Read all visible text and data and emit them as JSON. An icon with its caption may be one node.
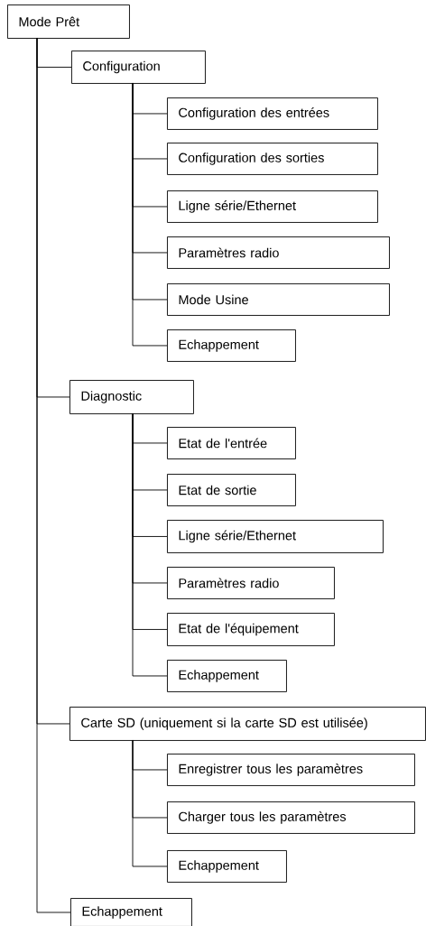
{
  "diagram": {
    "nodes": [
      {
        "text": [
          "Mode Prêt"
        ]
      },
      {
        "text": [
          "Configuration"
        ]
      },
      {
        "text": [
          "Configuration des entrées"
        ]
      },
      {
        "text": [
          "Configuration des sorties"
        ]
      },
      {
        "text": [
          "Ligne série/Ethernet"
        ]
      },
      {
        "text": [
          "Paramètres radio"
        ]
      },
      {
        "text": [
          "Mode Usine"
        ]
      },
      {
        "text": [
          "Echappement"
        ]
      },
      {
        "text": [
          "Diagnostic"
        ]
      },
      {
        "text": [
          "Etat de l'entrée"
        ]
      },
      {
        "text": [
          "Etat de sortie"
        ]
      },
      {
        "text": [
          "Ligne série/Ethernet"
        ]
      },
      {
        "text": [
          "Paramètres radio"
        ]
      },
      {
        "text": [
          "Etat de l'équipement"
        ]
      },
      {
        "text": [
          "Echappement"
        ]
      },
      {
        "text": [
          "Carte SD (uniquement si la carte SD est utilisée)"
        ]
      },
      {
        "text": [
          "Enregistrer tous les paramètres"
        ]
      },
      {
        "text": [
          "Charger tous les paramètres"
        ]
      },
      {
        "text": [
          "Echappement"
        ]
      },
      {
        "text": [
          "Echappement"
        ]
      }
    ],
    "edges": [
      {
        "from": 0,
        "to": 1,
        "arrow": "none"
      },
      {
        "from": 1,
        "to": 2,
        "arrow": "none"
      },
      {
        "from": 1,
        "to": 3,
        "arrow": "none"
      },
      {
        "from": 1,
        "to": 4,
        "arrow": "none"
      },
      {
        "from": 1,
        "to": 5,
        "arrow": "none"
      },
      {
        "from": 1,
        "to": 6,
        "arrow": "none"
      },
      {
        "from": 1,
        "to": 7,
        "arrow": "none"
      },
      {
        "from": 0,
        "to": 8,
        "arrow": "none"
      },
      {
        "from": 8,
        "to": 9,
        "arrow": "none"
      },
      {
        "from": 8,
        "to": 10,
        "arrow": "none"
      },
      {
        "from": 8,
        "to": 11,
        "arrow": "none"
      },
      {
        "from": 8,
        "to": 12,
        "arrow": "none"
      },
      {
        "from": 8,
        "to": 13,
        "arrow": "none"
      },
      {
        "from": 8,
        "to": 14,
        "arrow": "none"
      },
      {
        "from": 0,
        "to": 15,
        "arrow": "none"
      },
      {
        "from": 15,
        "to": 16,
        "arrow": "none"
      },
      {
        "from": 15,
        "to": 17,
        "arrow": "none"
      },
      {
        "from": 15,
        "to": 18,
        "arrow": "none"
      },
      {
        "from": 0,
        "to": 19,
        "arrow": "none"
      }
    ]
  }
}
